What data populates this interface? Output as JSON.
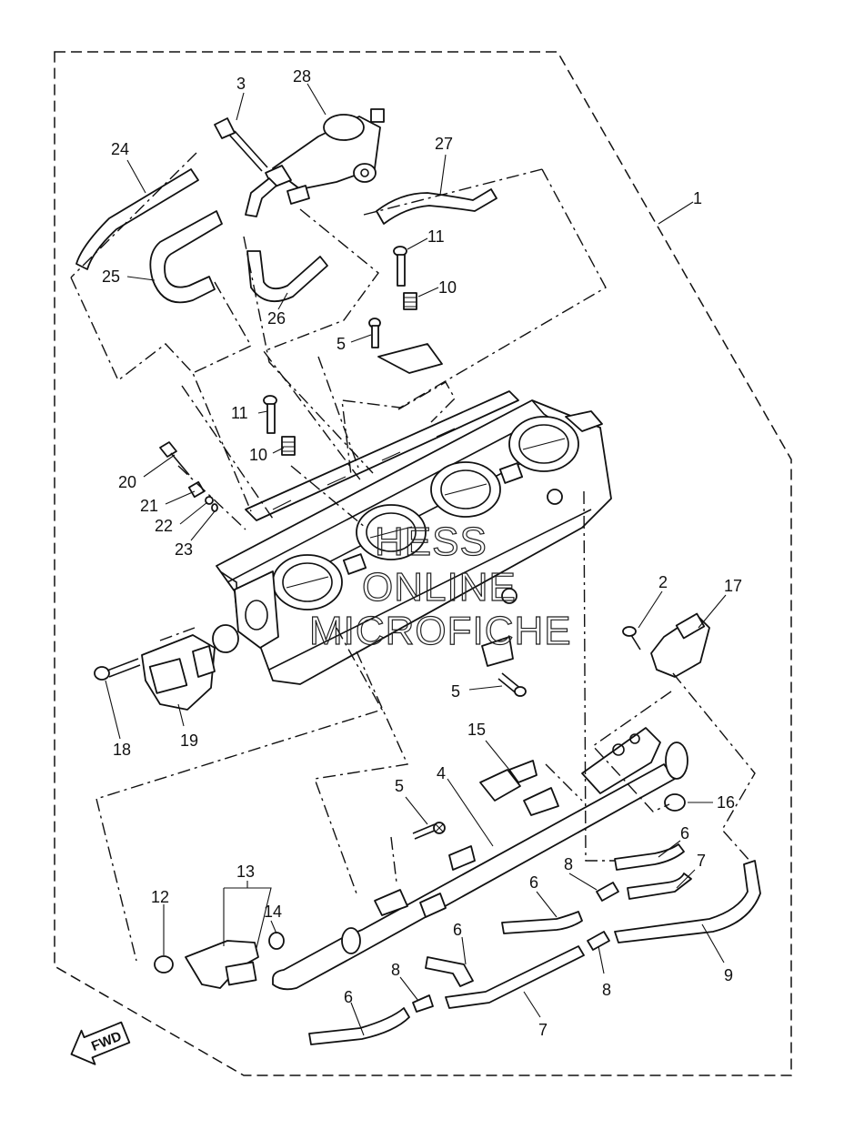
{
  "callouts": [
    {
      "id": "c1",
      "text": "1"
    },
    {
      "id": "c2",
      "text": "2"
    },
    {
      "id": "c3",
      "text": "3"
    },
    {
      "id": "c4",
      "text": "4"
    },
    {
      "id": "c5a",
      "text": "5"
    },
    {
      "id": "c5b",
      "text": "5"
    },
    {
      "id": "c5c",
      "text": "5"
    },
    {
      "id": "c6a",
      "text": "6"
    },
    {
      "id": "c6b",
      "text": "6"
    },
    {
      "id": "c6c",
      "text": "6"
    },
    {
      "id": "c6d",
      "text": "6"
    },
    {
      "id": "c7a",
      "text": "7"
    },
    {
      "id": "c7b",
      "text": "7"
    },
    {
      "id": "c8a",
      "text": "8"
    },
    {
      "id": "c8b",
      "text": "8"
    },
    {
      "id": "c8c",
      "text": "8"
    },
    {
      "id": "c9",
      "text": "9"
    },
    {
      "id": "c10a",
      "text": "10"
    },
    {
      "id": "c10b",
      "text": "10"
    },
    {
      "id": "c11a",
      "text": "11"
    },
    {
      "id": "c11b",
      "text": "11"
    },
    {
      "id": "c12",
      "text": "12"
    },
    {
      "id": "c13",
      "text": "13"
    },
    {
      "id": "c14",
      "text": "14"
    },
    {
      "id": "c15",
      "text": "15"
    },
    {
      "id": "c16",
      "text": "16"
    },
    {
      "id": "c17",
      "text": "17"
    },
    {
      "id": "c18",
      "text": "18"
    },
    {
      "id": "c19",
      "text": "19"
    },
    {
      "id": "c20",
      "text": "20"
    },
    {
      "id": "c21",
      "text": "21"
    },
    {
      "id": "c22",
      "text": "22"
    },
    {
      "id": "c23",
      "text": "23"
    },
    {
      "id": "c24",
      "text": "24"
    },
    {
      "id": "c25",
      "text": "25"
    },
    {
      "id": "c26",
      "text": "26"
    },
    {
      "id": "c27",
      "text": "27"
    },
    {
      "id": "c28",
      "text": "28"
    }
  ],
  "watermark": {
    "line1": "HESS",
    "line2": "ONLINE",
    "line3": "MICROFICHE"
  },
  "direction_arrow": {
    "label": "FWD",
    "icon": "forward-arrow-icon"
  },
  "colors": {
    "ink": "#111111",
    "background": "#ffffff"
  }
}
